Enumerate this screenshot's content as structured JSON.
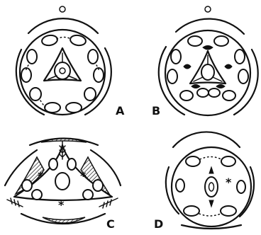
{
  "figure": {
    "labels": {
      "a": "A",
      "b": "B",
      "c": "C",
      "d": "D"
    },
    "asterisk": "*"
  }
}
